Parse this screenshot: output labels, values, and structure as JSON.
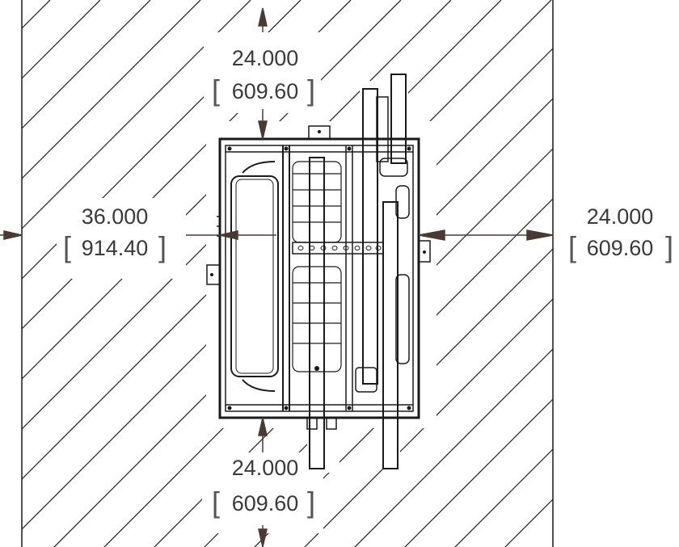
{
  "dimensions": {
    "top": {
      "imperial": "24.000",
      "metric": "609.60"
    },
    "bottom": {
      "imperial": "24.000",
      "metric": "609.60"
    },
    "left": {
      "imperial": "36.000",
      "metric": "914.40"
    },
    "right": {
      "imperial": "24.000",
      "metric": "609.60"
    }
  },
  "colors": {
    "line": "#1a1a1a",
    "hatch": "#2a2a2a",
    "arrow": "#4a3a33",
    "text": "#3a3a3a"
  }
}
